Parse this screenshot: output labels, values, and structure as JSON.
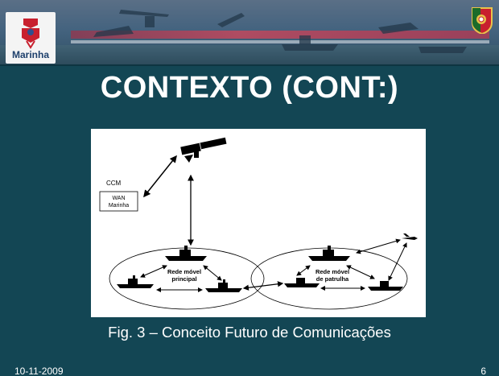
{
  "logo": {
    "text": "Marinha"
  },
  "slide": {
    "title": "CONTEXTO (CONT:)"
  },
  "figure": {
    "ccm_label": "CCM",
    "wan_line1": "WAN",
    "wan_line2": "Marinha",
    "network1_line1": "Rede móvel",
    "network1_line2": "principal",
    "network2_line1": "Rede móvel",
    "network2_line2": "de patrulha",
    "caption": "Fig. 3 – Conceito Futuro de Comunicações"
  },
  "footer": {
    "date": "10-11-2009",
    "page": "6"
  },
  "colors": {
    "background": "#134654",
    "title": "#ffffff",
    "figure_bg": "#ffffff"
  }
}
